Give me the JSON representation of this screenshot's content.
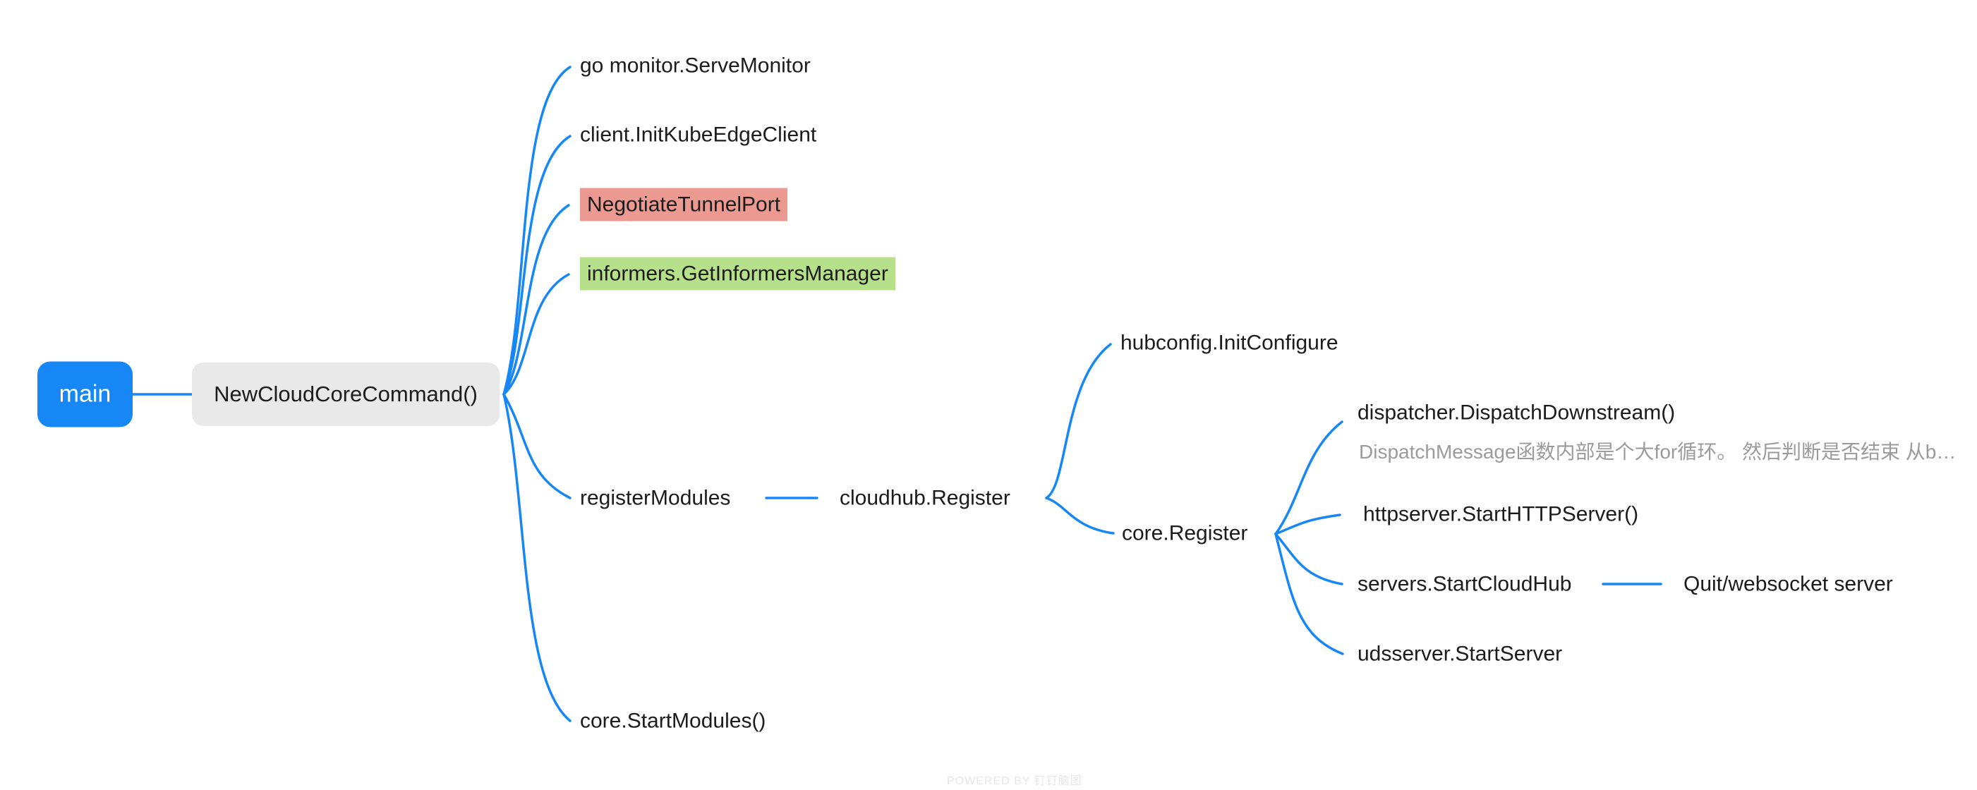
{
  "colors": {
    "edge": "#1787f5",
    "root_bg": "#1787f5",
    "root_text": "#ffffff",
    "topic_bg": "#e9e9e9",
    "text": "#1c1c1c",
    "note_text": "#9b9b9b",
    "highlight_red": "#ec9a91",
    "highlight_green": "#b6e18a",
    "watermark_text": "#e6e6e6",
    "canvas_bg": "#ffffff"
  },
  "nodes": {
    "main": {
      "label": "main"
    },
    "new_cloud_core_command": {
      "label": "NewCloudCoreCommand()"
    },
    "go_serve_monitor": {
      "label": "go monitor.ServeMonitor"
    },
    "client_init_kubeedge": {
      "label": "client.InitKubeEdgeClient"
    },
    "negotiate_tunnel_port": {
      "label": "NegotiateTunnelPort"
    },
    "informers_get_manager": {
      "label": "informers.GetInformersManager"
    },
    "register_modules": {
      "label": "registerModules"
    },
    "cloudhub_register": {
      "label": "cloudhub.Register"
    },
    "hubconfig_init_configure": {
      "label": "hubconfig.InitConfigure"
    },
    "dispatcher_dispatch_downstream": {
      "label": "dispatcher.DispatchDownstream()",
      "note": "DispatchMessage函数内部是个大for循环。 然后判断是否结束 从b…"
    },
    "core_register": {
      "label": "core.Register"
    },
    "httpserver_start_http_server": {
      "label": "httpserver.StartHTTPServer()"
    },
    "servers_start_cloudhub": {
      "label": "servers.StartCloudHub"
    },
    "quit_websocket_server": {
      "label": "Quit/websocket server"
    },
    "udsserver_start_server": {
      "label": "udsserver.StartServer"
    },
    "core_start_modules": {
      "label": "core.StartModules()"
    }
  },
  "watermark": {
    "label": "POWERED BY 钉钉脑图"
  }
}
